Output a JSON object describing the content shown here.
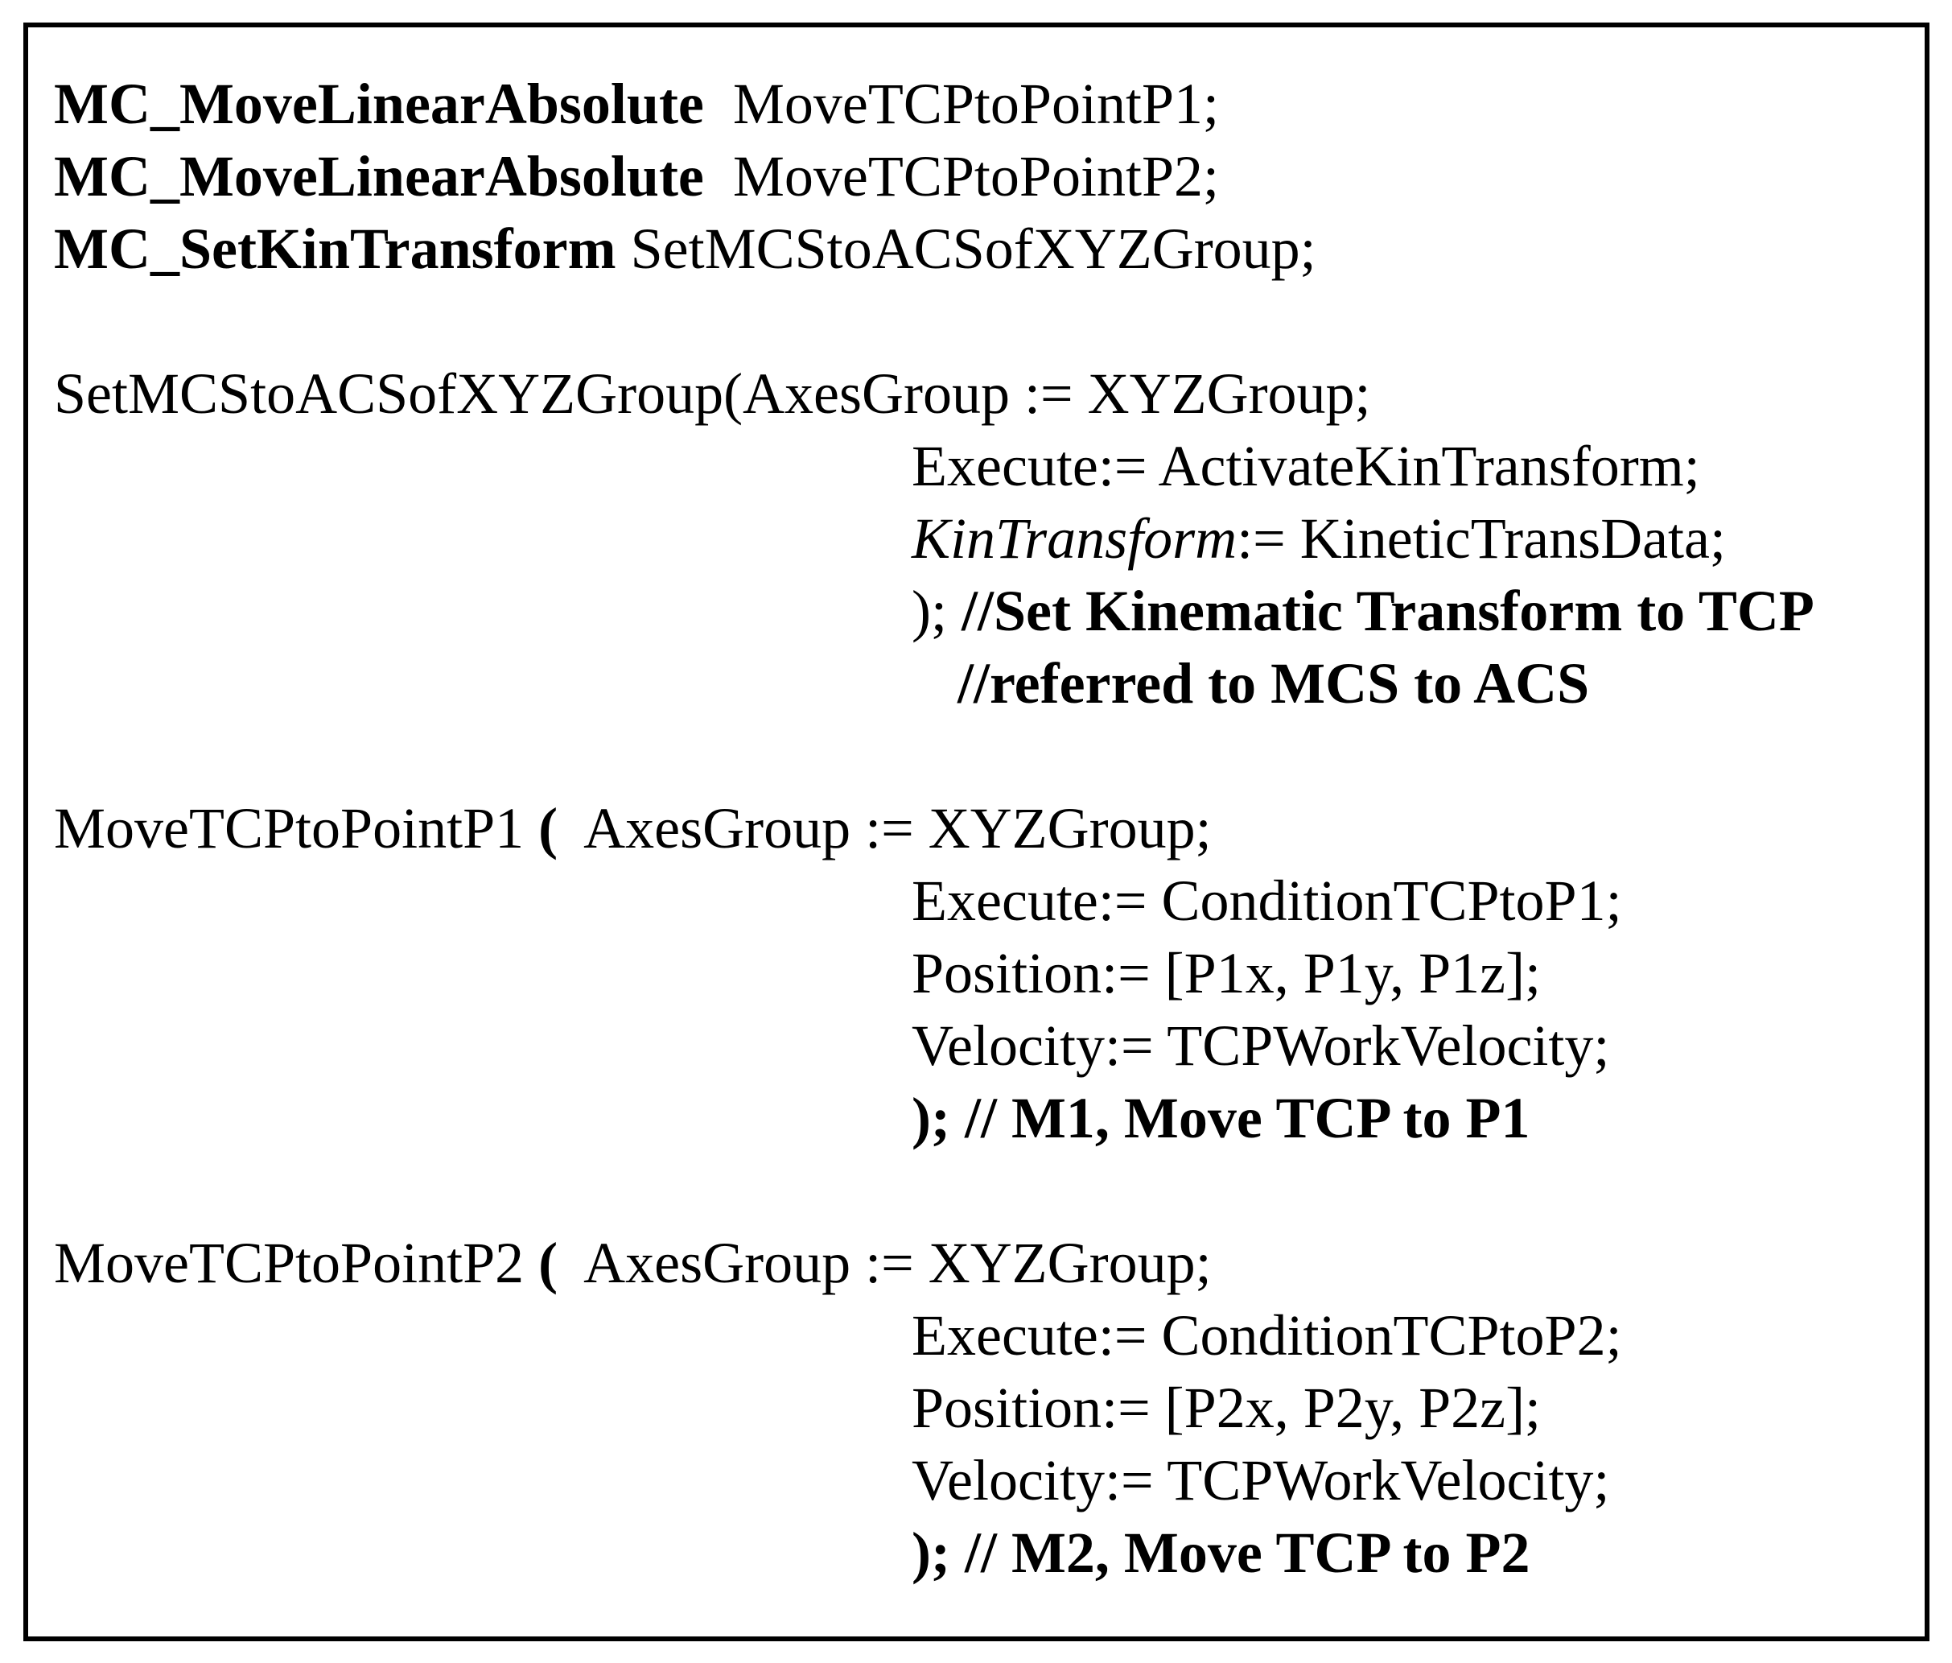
{
  "figure": {
    "background_color": "#ffffff",
    "border_color": "#000000",
    "text_color": "#000000"
  },
  "code": {
    "lines": [
      {
        "indent": "none",
        "segments": [
          {
            "text": "MC_MoveLinearAbsolute",
            "style": "bold"
          },
          {
            "text": "  MoveTCPtoPointP1;",
            "style": "normal"
          }
        ]
      },
      {
        "indent": "none",
        "segments": [
          {
            "text": "MC_MoveLinearAbsolute",
            "style": "bold"
          },
          {
            "text": "  MoveTCPtoPointP2;",
            "style": "normal"
          }
        ]
      },
      {
        "indent": "none",
        "segments": [
          {
            "text": "MC_SetKinTransform",
            "style": "bold"
          },
          {
            "text": " SetMCStoACSofXYZGroup;",
            "style": "normal"
          }
        ]
      },
      {
        "indent": "none",
        "blank": true,
        "segments": []
      },
      {
        "indent": "none",
        "segments": [
          {
            "text": "SetMCStoACSofXYZGroup(AxesGroup := XYZGroup;",
            "style": "normal"
          }
        ]
      },
      {
        "indent": "param",
        "segments": [
          {
            "text": "Execute:= ActivateKinTransform;",
            "style": "normal"
          }
        ]
      },
      {
        "indent": "param",
        "segments": [
          {
            "text": "KinTransform",
            "style": "italic"
          },
          {
            "text": ":= KineticTransData;",
            "style": "normal"
          }
        ]
      },
      {
        "indent": "param",
        "segments": [
          {
            "text": "); ",
            "style": "normal"
          },
          {
            "text": "//Set Kinematic Transform to TCP",
            "style": "bold"
          }
        ]
      },
      {
        "indent": "comment",
        "segments": [
          {
            "text": "//referred to MCS to ACS",
            "style": "bold"
          }
        ]
      },
      {
        "indent": "none",
        "blank": true,
        "segments": []
      },
      {
        "indent": "none",
        "segments": [
          {
            "text": "MoveTCPtoPointP1 ",
            "style": "normal"
          },
          {
            "text": "(",
            "style": "bold"
          },
          {
            "text": "  AxesGroup := XYZGroup;",
            "style": "normal"
          }
        ]
      },
      {
        "indent": "param",
        "segments": [
          {
            "text": "Execute:= ConditionTCPtoP1;",
            "style": "normal"
          }
        ]
      },
      {
        "indent": "param",
        "segments": [
          {
            "text": "Position:= [P1x, P1y, P1z];",
            "style": "normal"
          }
        ]
      },
      {
        "indent": "param",
        "segments": [
          {
            "text": "Velocity:= TCPWorkVelocity;",
            "style": "normal"
          }
        ]
      },
      {
        "indent": "param",
        "segments": [
          {
            "text": "); // M1, Move TCP to P1",
            "style": "bold"
          }
        ]
      },
      {
        "indent": "none",
        "blank": true,
        "segments": []
      },
      {
        "indent": "none",
        "segments": [
          {
            "text": "MoveTCPtoPointP2 ",
            "style": "normal"
          },
          {
            "text": "(",
            "style": "bold"
          },
          {
            "text": "  AxesGroup := XYZGroup;",
            "style": "normal"
          }
        ]
      },
      {
        "indent": "param",
        "segments": [
          {
            "text": "Execute:= ConditionTCPtoP2;",
            "style": "normal"
          }
        ]
      },
      {
        "indent": "param",
        "segments": [
          {
            "text": "Position:= [P2x, P2y, P2z];",
            "style": "normal"
          }
        ]
      },
      {
        "indent": "param",
        "segments": [
          {
            "text": "Velocity:= TCPWorkVelocity;",
            "style": "normal"
          }
        ]
      },
      {
        "indent": "param",
        "segments": [
          {
            "text": "); // M2, Move TCP to P2",
            "style": "bold"
          }
        ]
      }
    ]
  }
}
